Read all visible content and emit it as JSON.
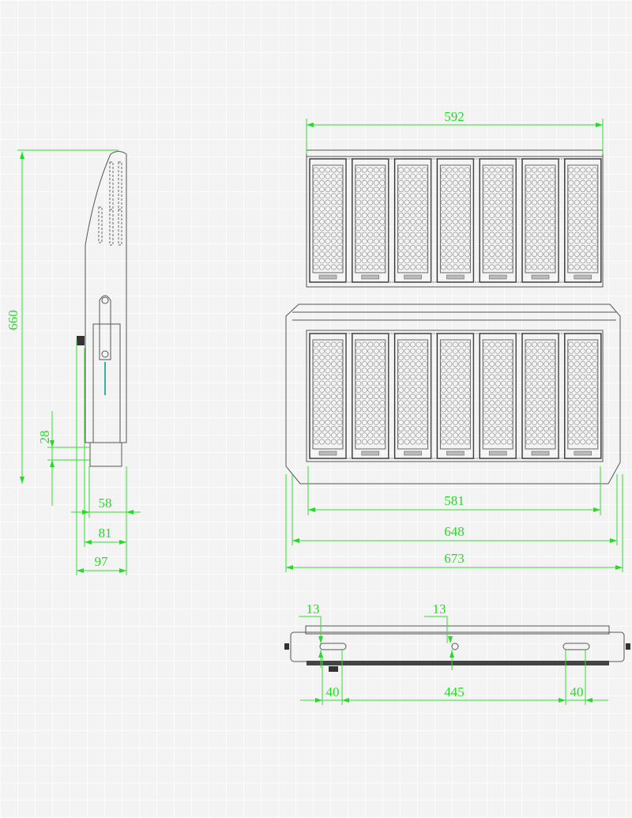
{
  "drawing": {
    "front_view": {
      "dimensions": {
        "top_width": "592",
        "panel_width": "581",
        "bracket_width": "648",
        "overall_width": "673"
      },
      "module_count_per_row": 7,
      "rows": 2
    },
    "side_view": {
      "dimensions": {
        "height": "660",
        "offset": "28",
        "depth_body": "58",
        "depth_bracket": "81",
        "depth_overall": "97"
      }
    },
    "bottom_view": {
      "dimensions": {
        "slot_left_height": "13",
        "hole_center_height": "13",
        "slot_left_length": "40",
        "slot_spacing": "445",
        "slot_right_length": "40"
      }
    },
    "colors": {
      "dimension": "#22dd22",
      "outline": "#555555",
      "background": "#f3f3f3"
    }
  }
}
